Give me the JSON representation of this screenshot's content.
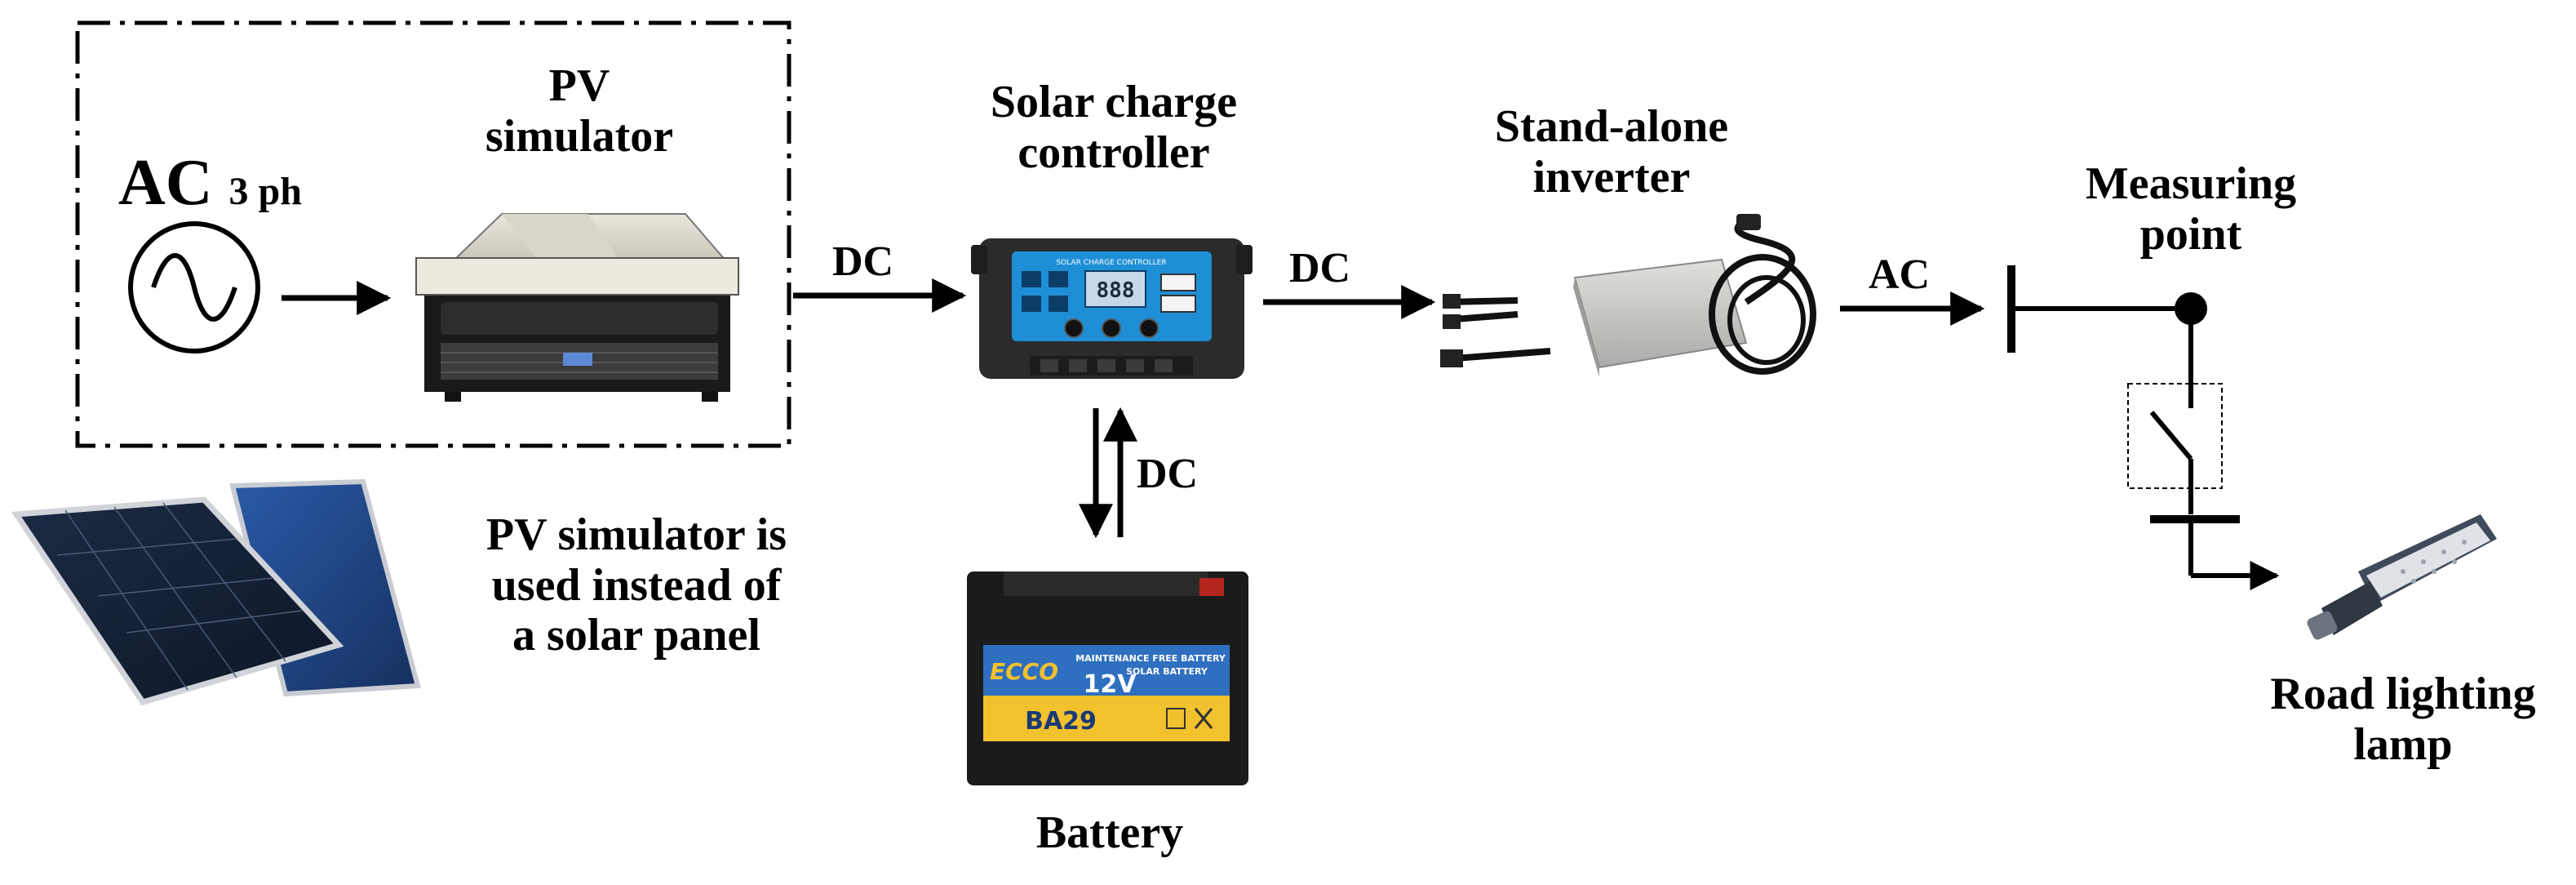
{
  "labels": {
    "ac_source": "AC",
    "ac_phase": "3 ph",
    "pv_simulator": [
      "PV",
      "simulator"
    ],
    "charge_controller": [
      "Solar charge",
      "controller"
    ],
    "inverter": [
      "Stand-alone",
      "inverter"
    ],
    "measuring_point": [
      "Measuring",
      "point"
    ],
    "battery": "Battery",
    "lamp": [
      "Road lighting",
      "lamp"
    ],
    "pv_note": [
      "PV simulator is",
      "used instead of",
      "a solar panel"
    ],
    "dc_1": "DC",
    "dc_2": "DC",
    "dc_3": "DC",
    "ac_out": "AC"
  },
  "device_text": {
    "controller_panel": "SOLAR CHARGE CONTROLLER",
    "controller_display": "888",
    "battery_brand": "ECCO",
    "battery_line1": "MAINTENANCE FREE BATTERY",
    "battery_line2": "SOLAR BATTERY",
    "battery_voltage": "12V",
    "battery_model": "BA29"
  },
  "colors": {
    "line": "#000000",
    "controller_body": "#2b2b2b",
    "controller_panel": "#1e8fd6",
    "battery_body": "#1b1b1b",
    "battery_label_blue": "#2f6fc0",
    "battery_label_yellow": "#f2c12e",
    "inverter_body": "#c9ccc8",
    "panel_blue": "#1f3f78"
  }
}
